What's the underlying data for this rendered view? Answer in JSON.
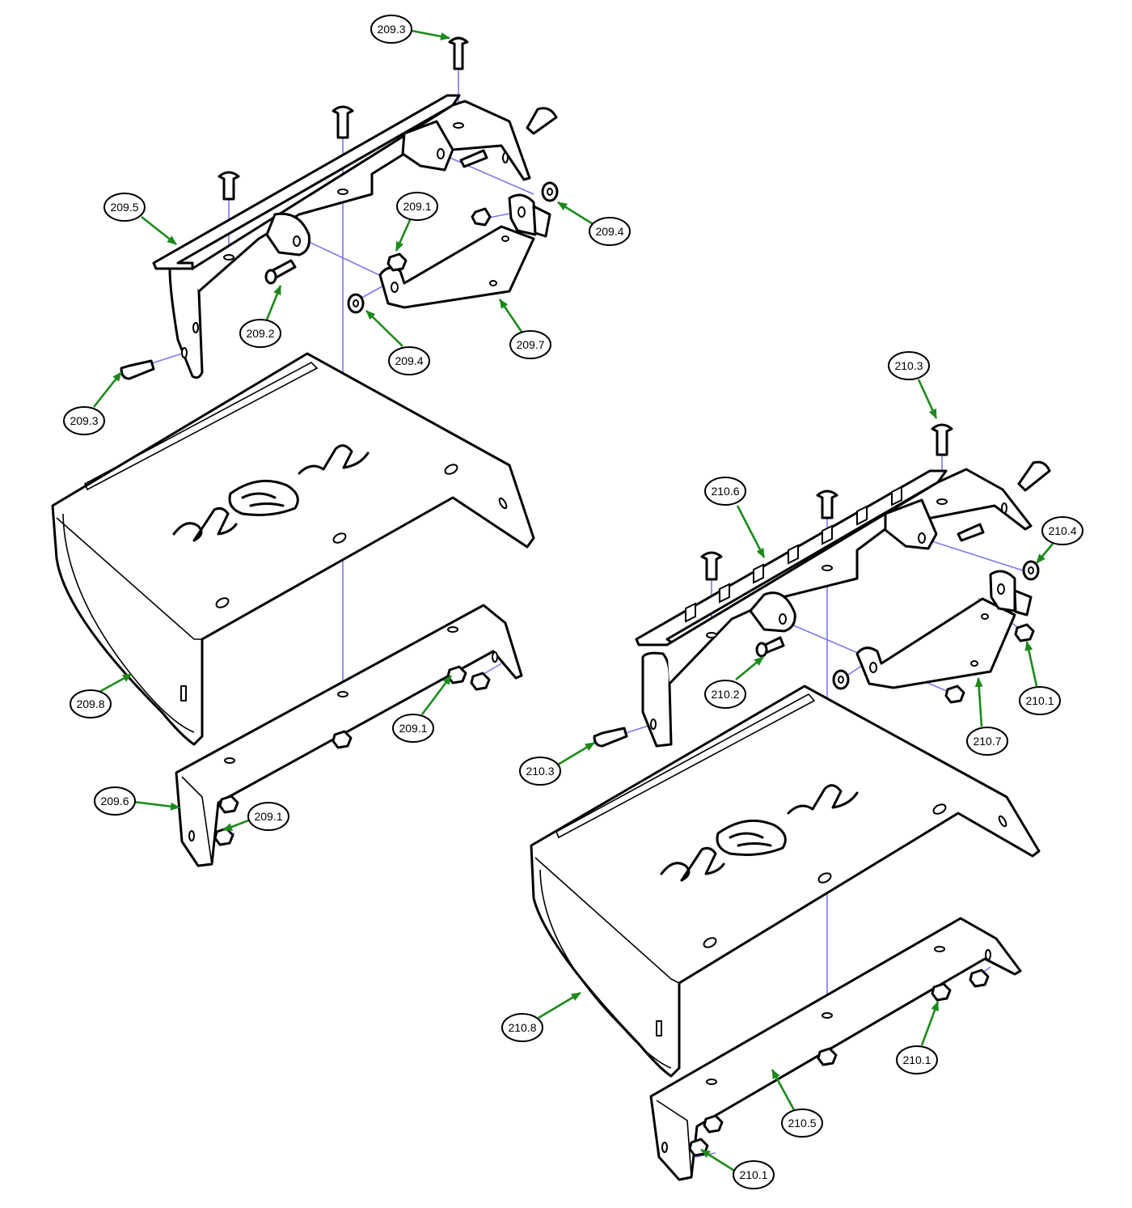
{
  "diagram": {
    "colors": {
      "part_outline": "#000000",
      "axis_line": "#7b78f0",
      "leader_line": "#1b8a1b",
      "background": "#ffffff"
    },
    "callouts": [
      {
        "id": "c1",
        "label": "209.3"
      },
      {
        "id": "c2",
        "label": "209.5"
      },
      {
        "id": "c3",
        "label": "209.1"
      },
      {
        "id": "c4",
        "label": "209.4"
      },
      {
        "id": "c5",
        "label": "209.2"
      },
      {
        "id": "c6",
        "label": "209.4"
      },
      {
        "id": "c7",
        "label": "209.7"
      },
      {
        "id": "c8",
        "label": "209.3"
      },
      {
        "id": "c9",
        "label": "209.8"
      },
      {
        "id": "c10",
        "label": "209.1"
      },
      {
        "id": "c11",
        "label": "209.6"
      },
      {
        "id": "c12",
        "label": "209.1"
      },
      {
        "id": "c13",
        "label": "210.3"
      },
      {
        "id": "c14",
        "label": "210.6"
      },
      {
        "id": "c15",
        "label": "210.4"
      },
      {
        "id": "c16",
        "label": "210.2"
      },
      {
        "id": "c17",
        "label": "210.1"
      },
      {
        "id": "c18",
        "label": "210.7"
      },
      {
        "id": "c19",
        "label": "210.3"
      },
      {
        "id": "c20",
        "label": "210.8"
      },
      {
        "id": "c21",
        "label": "210.1"
      },
      {
        "id": "c22",
        "label": "210.5"
      },
      {
        "id": "c23",
        "label": "210.1"
      }
    ]
  }
}
